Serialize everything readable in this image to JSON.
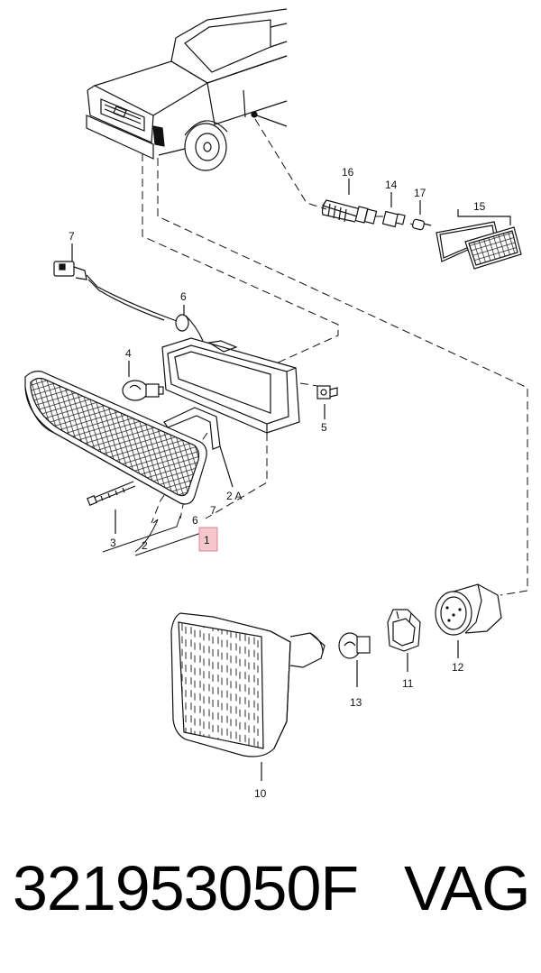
{
  "diagram": {
    "callouts": {
      "c1": "1",
      "c2": "2",
      "c2a": "2 A",
      "c3": "3",
      "c4": "4",
      "c5": "5",
      "c6a": "6",
      "c6b": "6",
      "c7a": "7",
      "c7b": "7",
      "c10": "10",
      "c11": "11",
      "c12": "12",
      "c13": "13",
      "c14": "14",
      "c15": "15",
      "c16": "16",
      "c17": "17"
    },
    "highlight_color": "#f4c7cc"
  },
  "footer": {
    "part_number": "321953050F",
    "brand": "VAG"
  }
}
